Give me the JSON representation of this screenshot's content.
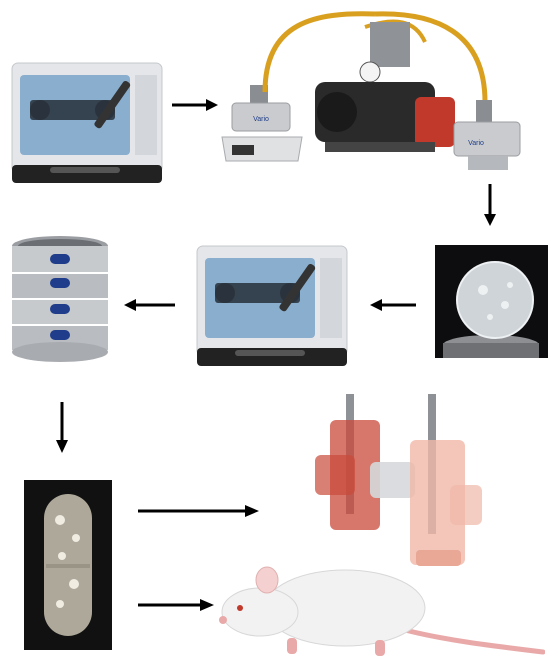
{
  "diagram": {
    "nodes": [
      {
        "id": "mill-1",
        "icon": "ball-mill-icon",
        "label": ""
      },
      {
        "id": "press-1",
        "icon": "pellet-press-icon",
        "label": "Vario"
      },
      {
        "id": "vacuum-pump",
        "icon": "vacuum-pump-icon",
        "label": ""
      },
      {
        "id": "press-2",
        "icon": "pellet-press-icon",
        "label": "Vario"
      },
      {
        "id": "disc",
        "icon": "porous-disc-photo-icon",
        "label": ""
      },
      {
        "id": "mill-2",
        "icon": "ball-mill-icon",
        "label": ""
      },
      {
        "id": "sieves",
        "icon": "sieve-stack-icon",
        "label": ""
      },
      {
        "id": "capsule",
        "icon": "capsule-photo-icon",
        "label": ""
      },
      {
        "id": "diffusion-cell",
        "icon": "diffusion-cell-icon",
        "label": ""
      },
      {
        "id": "rat",
        "icon": "rat-icon",
        "label": ""
      }
    ],
    "edges": [
      {
        "from": "mill-1",
        "to": "press-1"
      },
      {
        "from": "press-2",
        "to": "disc"
      },
      {
        "from": "disc",
        "to": "mill-2"
      },
      {
        "from": "mill-2",
        "to": "sieves"
      },
      {
        "from": "sieves",
        "to": "capsule"
      },
      {
        "from": "capsule",
        "to": "diffusion-cell"
      },
      {
        "from": "capsule",
        "to": "rat"
      }
    ],
    "colors": {
      "arrow": "#000000",
      "machine_body": "#e4e6e9",
      "machine_window": "#7aa3c9",
      "tubing": "#d9a020",
      "pump": "#2a2a2a",
      "pump_red": "#c0392b",
      "sieve_metal": "#b9bcc0",
      "sieve_label": "#1f3d8a",
      "capsule_bg": "#111111",
      "cell_red": "#c94a3a",
      "cell_pink": "#f0b8a8",
      "rat_body": "#f2f2f2",
      "rat_tail": "#e9a9a9"
    }
  }
}
